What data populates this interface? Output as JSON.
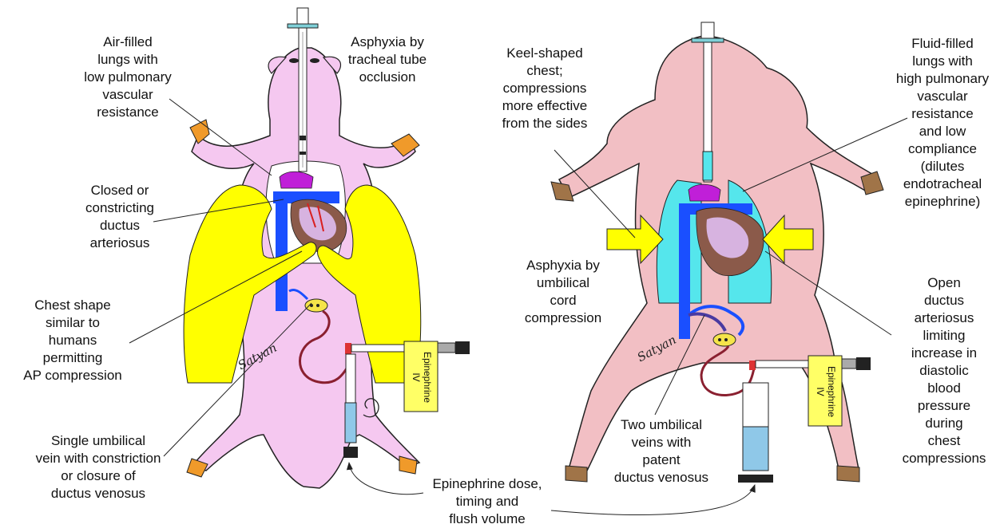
{
  "left_panel": {
    "labels": {
      "air_lungs": [
        "Air-filled",
        "lungs with",
        "low pulmonary",
        "vascular",
        "resistance"
      ],
      "asphyxia_tracheal": [
        "Asphyxia by",
        "tracheal tube",
        "occlusion"
      ],
      "closed_ductus": [
        "Closed or",
        "constricting",
        "ductus",
        "arteriosus"
      ],
      "chest_shape": [
        "Chest shape",
        "similar to",
        "humans",
        "permitting",
        "AP compression"
      ],
      "single_umbilical": [
        "Single umbilical",
        "vein with constriction",
        "or closure of",
        "ductus venosus"
      ]
    },
    "syringe_label": [
      "Epinephrine",
      "IV"
    ],
    "signature": "Satyan"
  },
  "right_panel": {
    "labels": {
      "keel_chest": [
        "Keel-shaped",
        "chest;",
        "compressions",
        "more effective",
        "from the sides"
      ],
      "fluid_lungs": [
        "Fluid-filled",
        "lungs with",
        "high pulmonary",
        "vascular",
        "resistance",
        "and low",
        "compliance",
        "(dilutes",
        "endotracheal",
        "epinephrine)"
      ],
      "asphyxia_cord": [
        "Asphyxia by",
        "umbilical",
        "cord",
        "compression"
      ],
      "two_umbilical": [
        "Two umbilical",
        "veins with",
        "patent",
        "ductus venosus"
      ],
      "open_ductus": [
        "Open",
        "ductus",
        "arteriosus",
        "limiting",
        "increase in",
        "diastolic",
        "blood",
        "pressure",
        "during",
        "chest",
        "compressions"
      ]
    },
    "syringe_label": [
      "Epinephrine",
      "IV"
    ],
    "signature": "Satyan"
  },
  "shared": {
    "epinephrine_dose": [
      "Epinephrine dose,",
      "timing and",
      "flush volume"
    ]
  },
  "colors": {
    "human_pink": "#f5c8f0",
    "lamb_pink": "#f2bfc4",
    "glove_yellow": "#ffff00",
    "lung_cyan": "#55e6ec",
    "vessel_blue": "#1a4fff",
    "artery_magenta": "#c01fd8",
    "hoof_orange": "#f09a2a",
    "hoof_brown": "#a07448"
  }
}
